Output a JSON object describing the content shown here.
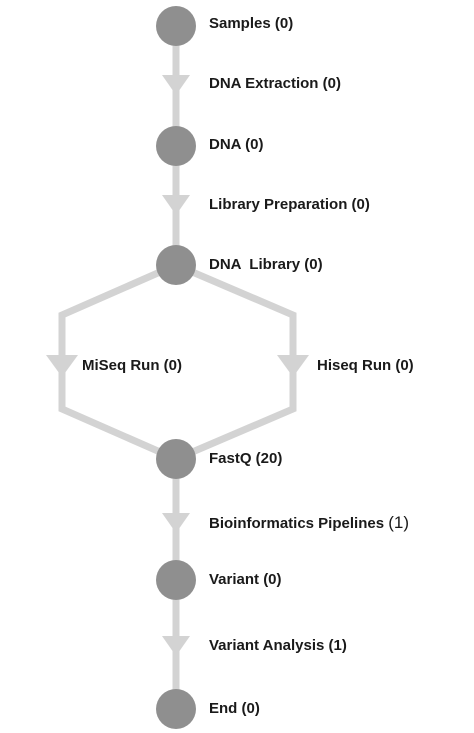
{
  "colors": {
    "node": "#8f8f8f",
    "connector": "#d3d3d3",
    "text": "#1a1a1a"
  },
  "nodes": {
    "samples": "Samples (0)",
    "dna": "DNA (0)",
    "dna_library": "DNA  Library (0)",
    "fastq": "FastQ (20)",
    "variant": "Variant (0)",
    "end": "End (0)"
  },
  "steps": {
    "dna_extraction": "DNA Extraction (0)",
    "library_preparation": "Library Preparation (0)",
    "miseq_run": "MiSeq Run (0)",
    "hiseq_run": "Hiseq Run (0)",
    "bioinformatics_pipelines": "Bioinformatics Pipelines",
    "bioinformatics_count": "(1)",
    "variant_analysis": "Variant Analysis (1)"
  }
}
